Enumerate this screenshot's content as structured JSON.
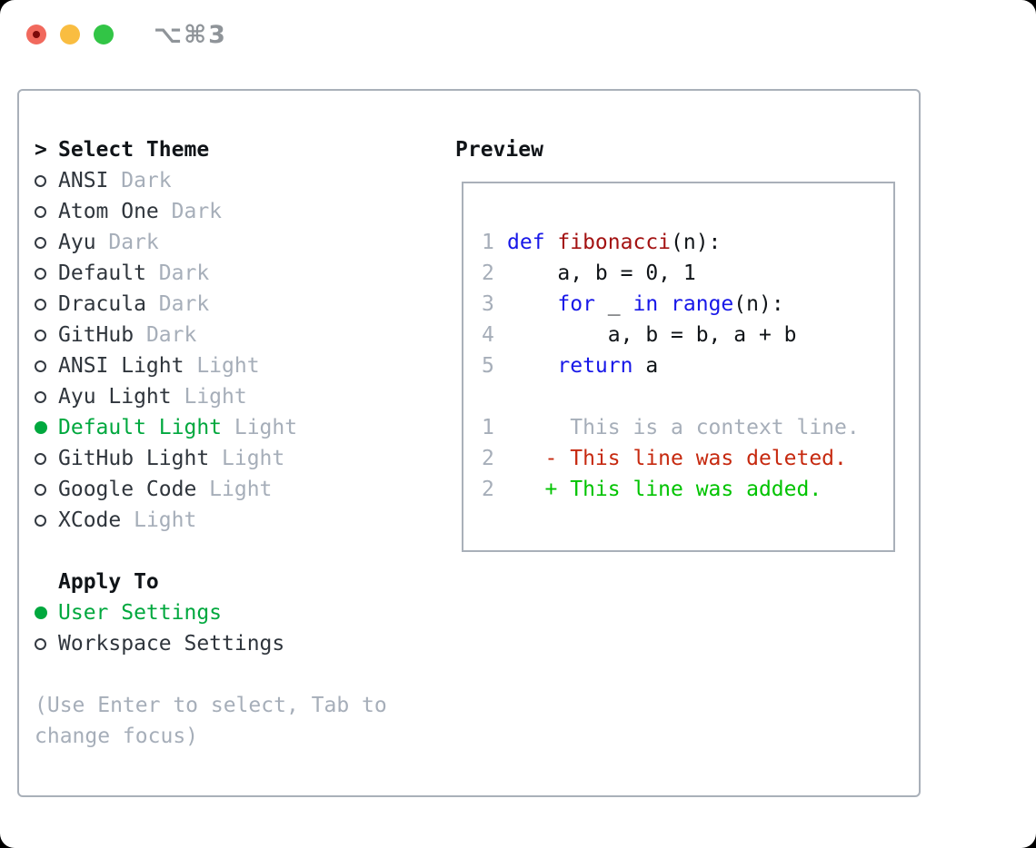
{
  "window": {
    "title": "⌥⌘3",
    "traffic_lights": [
      {
        "name": "close-button",
        "color": "#f1695d"
      },
      {
        "name": "minimize-button",
        "color": "#f9bd41"
      },
      {
        "name": "zoom-button",
        "color": "#32c546"
      }
    ]
  },
  "theme_picker": {
    "cursor": ">",
    "heading": "Select Theme",
    "items": [
      {
        "name": "ANSI",
        "tag": "Dark",
        "selected": false
      },
      {
        "name": "Atom One",
        "tag": "Dark",
        "selected": false
      },
      {
        "name": "Ayu",
        "tag": "Dark",
        "selected": false
      },
      {
        "name": "Default",
        "tag": "Dark",
        "selected": false
      },
      {
        "name": "Dracula",
        "tag": "Dark",
        "selected": false
      },
      {
        "name": "GitHub",
        "tag": "Dark",
        "selected": false
      },
      {
        "name": "ANSI Light",
        "tag": "Light",
        "selected": false
      },
      {
        "name": "Ayu Light",
        "tag": "Light",
        "selected": false
      },
      {
        "name": "Default Light",
        "tag": "Light",
        "selected": true
      },
      {
        "name": "GitHub Light",
        "tag": "Light",
        "selected": false
      },
      {
        "name": "Google Code",
        "tag": "Light",
        "selected": false
      },
      {
        "name": "XCode",
        "tag": "Light",
        "selected": false
      }
    ]
  },
  "apply_to": {
    "heading": "Apply To",
    "options": [
      {
        "label": "User Settings",
        "selected": true
      },
      {
        "label": "Workspace Settings",
        "selected": false
      }
    ]
  },
  "hint": {
    "line1": "(Use Enter to select, Tab to",
    "line2": "change focus)"
  },
  "preview": {
    "heading": "Preview",
    "lines": [
      {
        "num": "1",
        "tokens": [
          {
            "text": "def ",
            "color": "keyword"
          },
          {
            "text": "fibonacci",
            "color": "function"
          },
          {
            "text": "(n):",
            "color": "code"
          }
        ]
      },
      {
        "num": "2",
        "tokens": [
          {
            "text": "    a, b = 0, 1",
            "color": "code"
          }
        ]
      },
      {
        "num": "3",
        "tokens": [
          {
            "text": "    ",
            "color": "code"
          },
          {
            "text": "for",
            "color": "keyword"
          },
          {
            "text": " _ ",
            "color": "code"
          },
          {
            "text": "in",
            "color": "keyword"
          },
          {
            "text": " ",
            "color": "code"
          },
          {
            "text": "range",
            "color": "keyword"
          },
          {
            "text": "(n):",
            "color": "code"
          }
        ]
      },
      {
        "num": "4",
        "tokens": [
          {
            "text": "        a, b = b, a + b",
            "color": "code"
          }
        ]
      },
      {
        "num": "5",
        "tokens": [
          {
            "text": "    ",
            "color": "code"
          },
          {
            "text": "return",
            "color": "keyword"
          },
          {
            "text": " a",
            "color": "code"
          }
        ]
      },
      {
        "num": "",
        "tokens": []
      },
      {
        "num": "1",
        "tokens": [
          {
            "text": "     This is a context line.",
            "color": "context"
          }
        ]
      },
      {
        "num": "2",
        "tokens": [
          {
            "text": "   - This line was deleted.",
            "color": "deleted"
          }
        ]
      },
      {
        "num": "2",
        "tokens": [
          {
            "text": "   + This line was added.",
            "color": "added"
          }
        ]
      }
    ]
  },
  "colors": {
    "text": "#101418",
    "item_text": "#2f353c",
    "muted": "#a6aeb9",
    "green_sel": "#00a83e",
    "added": "#00c300",
    "deleted": "#c6290f",
    "function": "#a31212",
    "keyword": "#1717e8",
    "border": "#a9b0b9",
    "circle_outline": "#343a42",
    "title_gray": "#8f9499",
    "tl_close": "#f1695d",
    "tl_close_dot": "#7c0a0a",
    "tl_min": "#f9bd41",
    "tl_zoom": "#32c546"
  }
}
